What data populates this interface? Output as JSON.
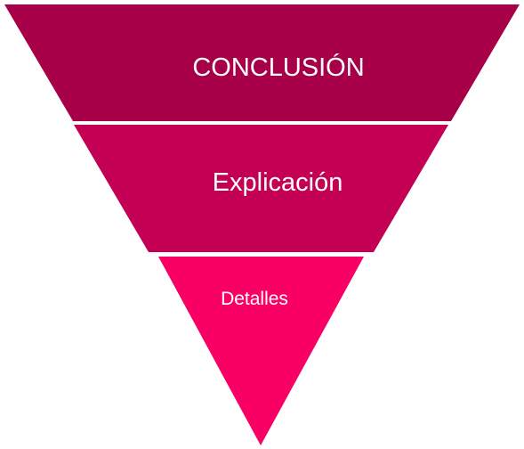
{
  "diagram": {
    "type": "inverted-pyramid",
    "levels": [
      {
        "label": "CONCLUSIÓN",
        "color": "#A80048"
      },
      {
        "label": "Explicación",
        "color": "#C40054"
      },
      {
        "label": "Detalles",
        "color": "#F80064"
      }
    ]
  }
}
